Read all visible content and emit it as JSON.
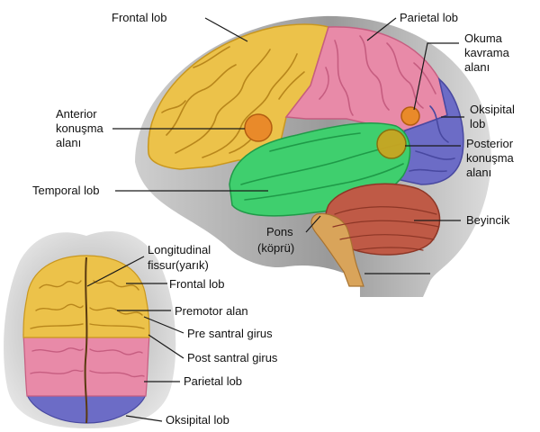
{
  "side_view": {
    "labels": {
      "frontal": "Frontal lob",
      "parietal": "Parietal lob",
      "reading_l1": "Okuma",
      "reading_l2": "kavrama",
      "reading_l3": "alanı",
      "occipital_l1": "Oksipital",
      "occipital_l2": "lob",
      "anterior_l1": "Anterior",
      "anterior_l2": "konuşma",
      "anterior_l3": "alanı",
      "posterior_l1": "Posterior",
      "posterior_l2": "konuşma",
      "posterior_l3": "alanı",
      "temporal": "Temporal lob",
      "cerebellum": "Beyincik",
      "pons_l1": "Pons",
      "pons_l2": "(köprü)"
    }
  },
  "top_view": {
    "labels": {
      "fissure_l1": "Longitudinal",
      "fissure_l2": "fissur(yarık)",
      "frontal": "Frontal lob",
      "premotor": "Premotor alan",
      "precentral": "Pre santral girus",
      "postcentral": "Post santral girus",
      "parietal": "Parietal lob",
      "occipital": "Oksipital lob"
    }
  },
  "colors": {
    "frontal": "#ecc24a",
    "parietal": "#e88aa8",
    "occipital": "#6c6cc6",
    "temporal": "#3fcf6e",
    "cerebellum": "#bf5a46",
    "speech_area": "#e98a2a",
    "head": "#9a9a9a"
  }
}
